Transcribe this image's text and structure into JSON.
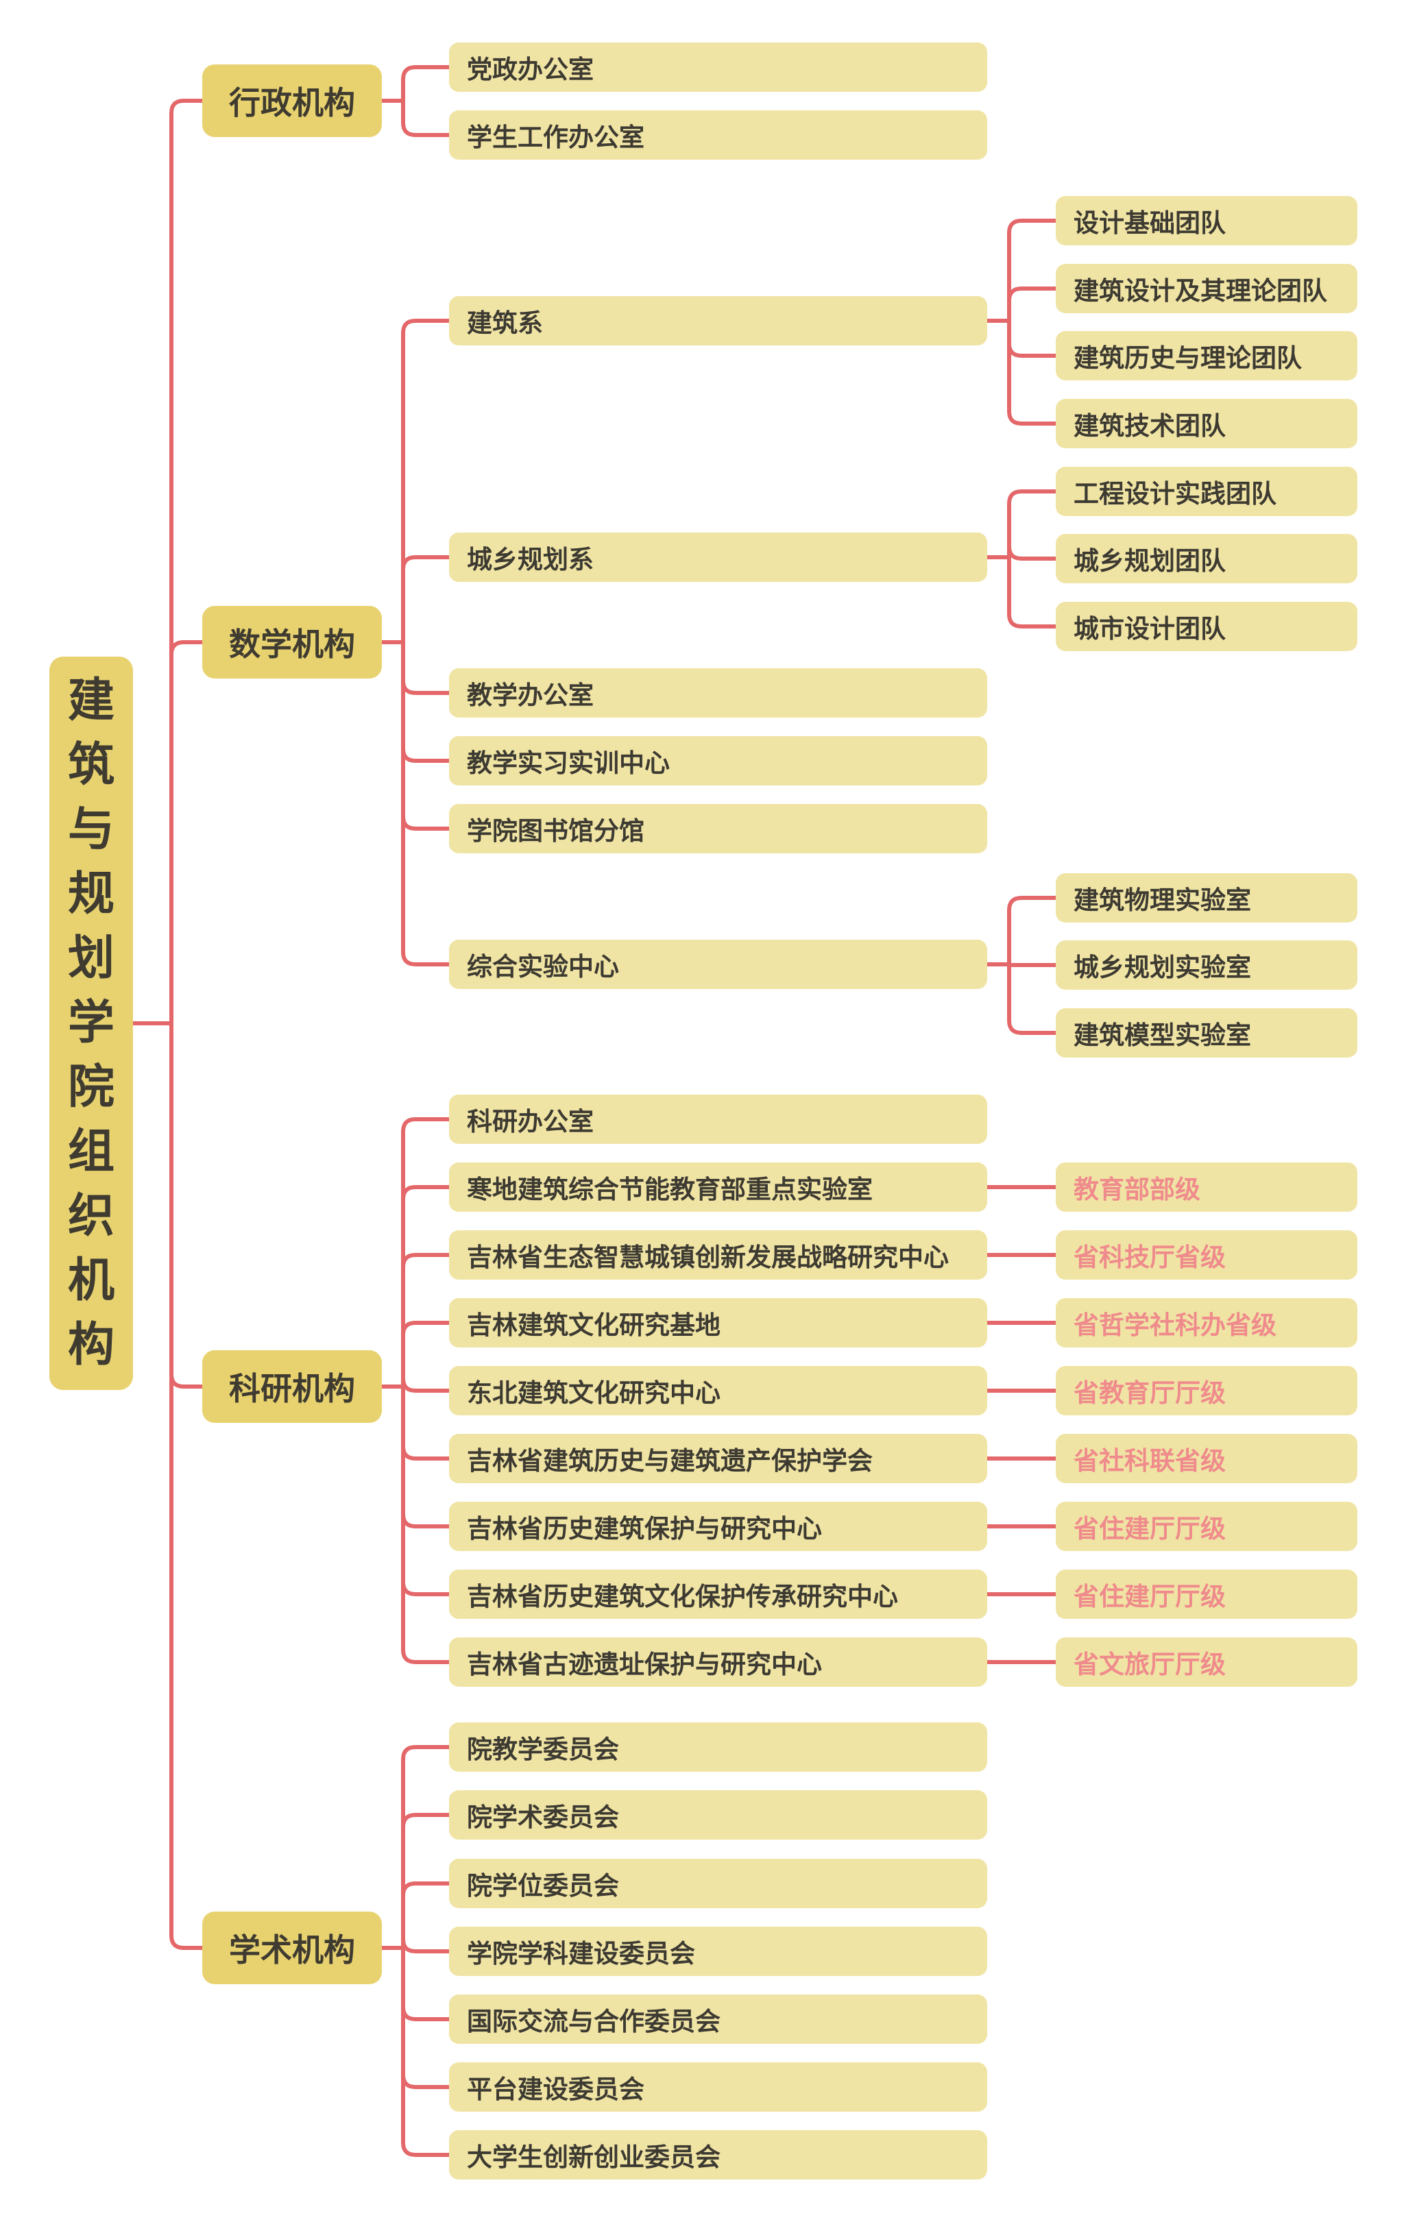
{
  "root": {
    "label": "建筑与规划学院组织机构"
  },
  "line_color": "#e4676a",
  "categories": [
    {
      "label": "行政机构",
      "items": [
        {
          "label": "党政办公室"
        },
        {
          "label": "学生工作办公室"
        }
      ]
    },
    {
      "label": "数学机构",
      "items": [
        {
          "label": "建筑系",
          "children": [
            "设计基础团队",
            "建筑设计及其理论团队",
            "建筑历史与理论团队",
            "建筑技术团队"
          ]
        },
        {
          "label": "城乡规划系",
          "children": [
            "工程设计实践团队",
            "城乡规划团队",
            "城市设计团队"
          ]
        },
        {
          "label": "教学办公室"
        },
        {
          "label": "教学实习实训中心"
        },
        {
          "label": "学院图书馆分馆"
        },
        {
          "label": "综合实验中心",
          "children": [
            "建筑物理实验室",
            "城乡规划实验室",
            "建筑模型实验室"
          ]
        }
      ]
    },
    {
      "label": "科研机构",
      "items": [
        {
          "label": "科研办公室"
        },
        {
          "label": "寒地建筑综合节能教育部重点实验室",
          "tag": "教育部部级"
        },
        {
          "label": "吉林省生态智慧城镇创新发展战略研究中心",
          "tag": "省科技厅省级"
        },
        {
          "label": "吉林建筑文化研究基地",
          "tag": "省哲学社科办省级"
        },
        {
          "label": "东北建筑文化研究中心",
          "tag": "省教育厅厅级"
        },
        {
          "label": "吉林省建筑历史与建筑遗产保护学会",
          "tag": "省社科联省级"
        },
        {
          "label": "吉林省历史建筑保护与研究中心",
          "tag": "省住建厅厅级"
        },
        {
          "label": "吉林省历史建筑文化保护传承研究中心",
          "tag": "省住建厅厅级"
        },
        {
          "label": "吉林省古迹遗址保护与研究中心",
          "tag": "省文旅厅厅级"
        }
      ]
    },
    {
      "label": "学术机构",
      "items": [
        {
          "label": "院教学委员会"
        },
        {
          "label": "院学术委员会"
        },
        {
          "label": "院学位委员会"
        },
        {
          "label": "学院学科建设委员会"
        },
        {
          "label": "国际交流与合作委员会"
        },
        {
          "label": "平台建设委员会"
        },
        {
          "label": "大学生创新创业委员会"
        }
      ]
    }
  ]
}
